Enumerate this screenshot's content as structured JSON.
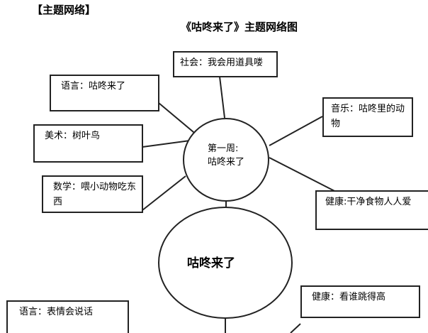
{
  "section_heading": "【主题网络】",
  "title": "《咕咚来了》主题网络图",
  "center": {
    "week_label": "第一周:",
    "week_topic": "咕咚来了",
    "main_topic": "咕咚来了"
  },
  "nodes": {
    "social": "社会：我会用道具喽",
    "language1": "语言：咕咚来了",
    "art": "美术：树叶鸟",
    "math": "数学：喂小动物吃东西",
    "music": "音乐：咕咚里的动物",
    "health1": "健康:干净食物人人爱",
    "health2": "健康：看谁跳得高",
    "language2": "语言：表情会说话"
  }
}
